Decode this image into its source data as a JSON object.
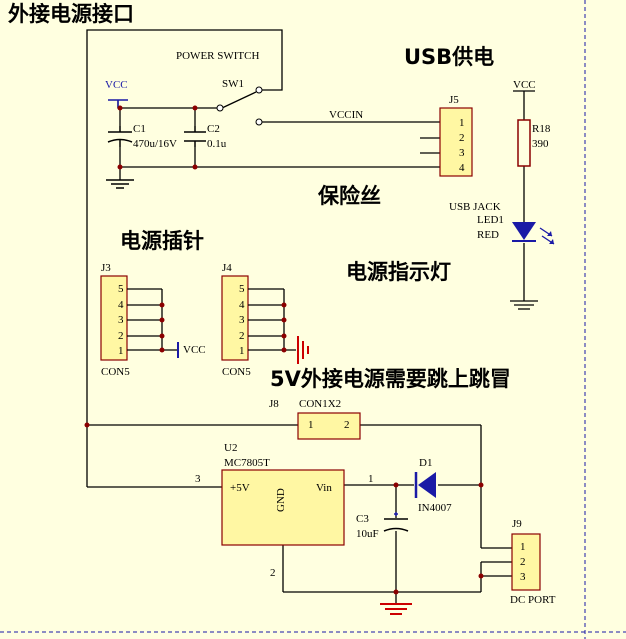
{
  "titles": {
    "external_power": "外接电源接口",
    "usb_power": "USB供电",
    "fuse": "保险丝",
    "power_pins": "电源插针",
    "power_indicator": "电源指示灯",
    "jumper_note": "5V外接电源需要跳上跳冒"
  },
  "labels": {
    "power_switch": "POWER SWITCH",
    "sw1": "SW1",
    "vcc_top": "VCC",
    "c1_ref": "C1",
    "c1_val": "470u/16V",
    "c2_ref": "C2",
    "c2_val": "0.1u",
    "vccin": "VCCIN",
    "j5_ref": "J5",
    "j5_pins": [
      "1",
      "2",
      "3",
      "4"
    ],
    "usb_jack": "USB JACK",
    "vcc_right": "VCC",
    "r18_ref": "R18",
    "r18_val": "390",
    "led1_ref": "LED1",
    "led1_val": "RED",
    "j3_ref": "J3",
    "j3_pins": [
      "5",
      "4",
      "3",
      "2",
      "1"
    ],
    "j3_type": "CON5",
    "j3_vcc": "VCC",
    "j4_ref": "J4",
    "j4_pins": [
      "5",
      "4",
      "3",
      "2",
      "1"
    ],
    "j4_type": "CON5",
    "j8_ref": "J8",
    "j8_type": "CON1X2",
    "j8_pin1": "1",
    "j8_pin2": "2",
    "u2_ref": "U2",
    "u2_type": "MC7805T",
    "u2_pin3": "3",
    "u2_out": "+5V",
    "u2_in": "Vin",
    "u2_pin1": "1",
    "u2_gnd": "GND",
    "u2_pin2": "2",
    "d1_ref": "D1",
    "d1_val": "IN4007",
    "c3_ref": "C3",
    "c3_val": "10uF",
    "j9_ref": "J9",
    "j9_pins": [
      "1",
      "2",
      "3"
    ],
    "j9_type": "DC PORT"
  },
  "colors": {
    "wire": "#1a1aa6",
    "wire_dark": "#000000",
    "part_fill": "#fff7a3",
    "part_stroke": "#8b0000",
    "junction": "#8b0000",
    "ground_red": "#cc0000",
    "border": "#1a1aa6"
  }
}
